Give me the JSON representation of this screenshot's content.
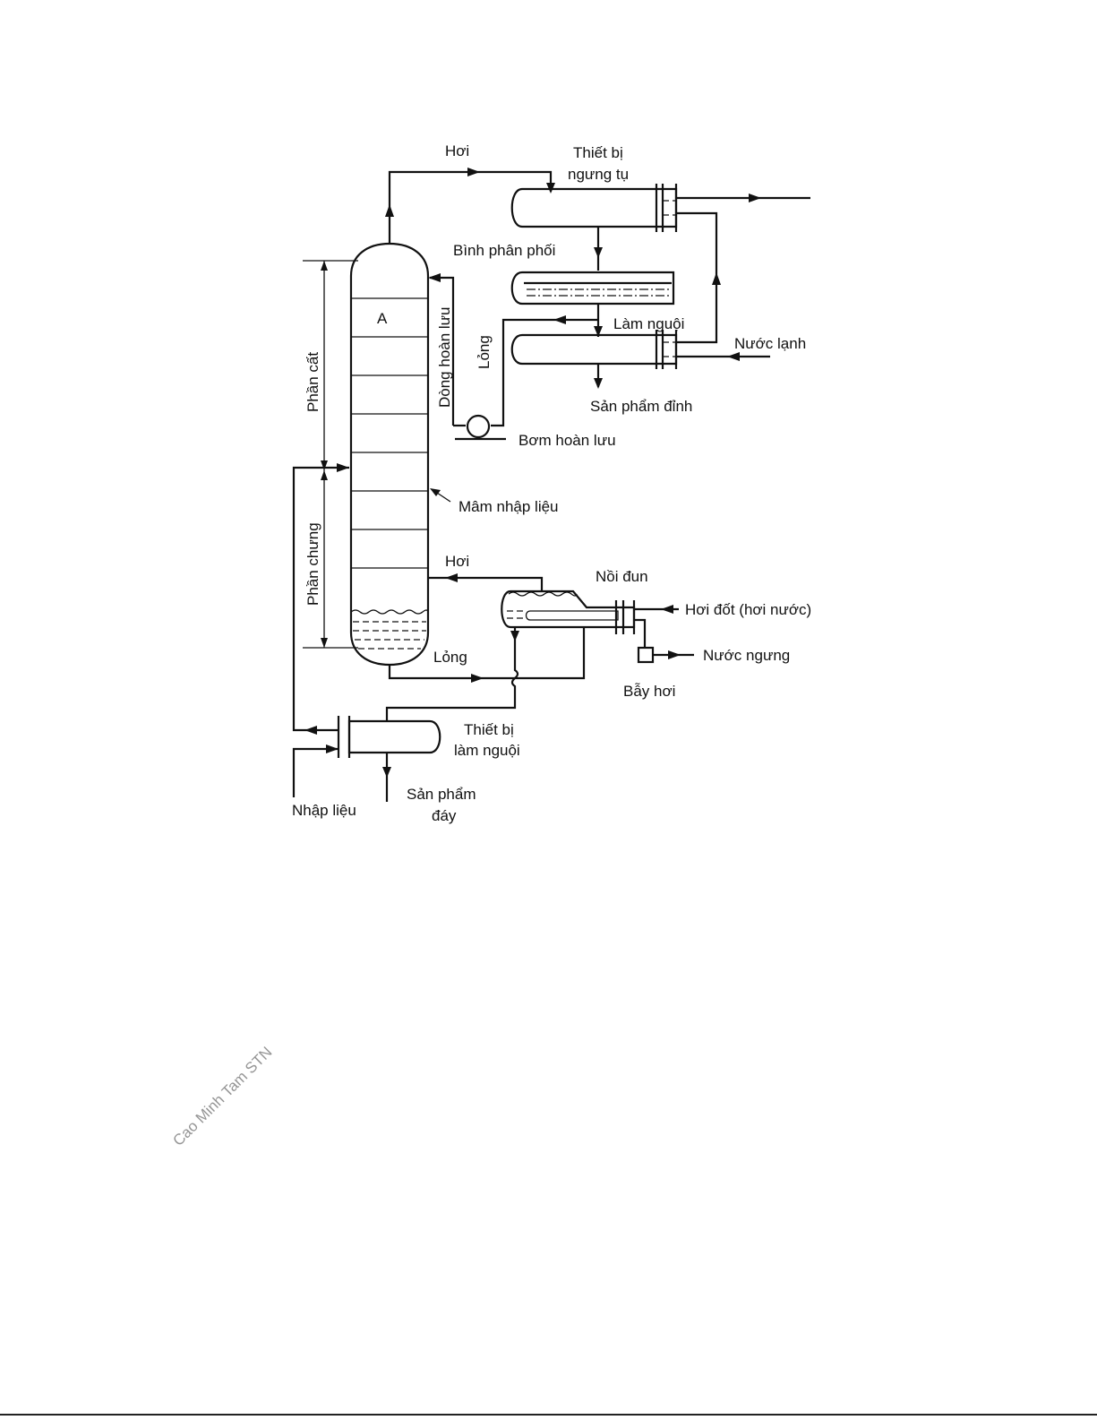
{
  "labels": {
    "hoi_top": "Hơi",
    "condenser_l1": "Thiết bị",
    "condenser_l2": "ngưng tụ",
    "distributor": "Bình phân phối",
    "a_label": "A",
    "reflux": "Dòng hoàn lưu",
    "long_reflux": "Lỏng",
    "lam_nguoi": "Làm nguội",
    "nuoc_lanh": "Nước lạnh",
    "top_product": "Sản phẩm đỉnh",
    "pump": "Bơm hoàn lưu",
    "rect_section": "Phần cất",
    "strip_section": "Phần chưng",
    "feed_tray": "Mâm nhập liệu",
    "hoi_reboiler": "Hơi",
    "reboiler": "Nồi đun",
    "steam": "Hơi đốt (hơi nước)",
    "condensate": "Nước ngưng",
    "steam_trap": "Bẫy hơi",
    "long_bottom": "Lỏng",
    "cooler_l1": "Thiết bị",
    "cooler_l2": "làm nguội",
    "bottom_l1": "Sản phẩm",
    "bottom_l2": "đáy",
    "feed": "Nhập liệu"
  },
  "watermark": "Cao Minh Tam STN",
  "colors": {
    "ink": "#111111",
    "watermark": "#c9c9c9"
  }
}
